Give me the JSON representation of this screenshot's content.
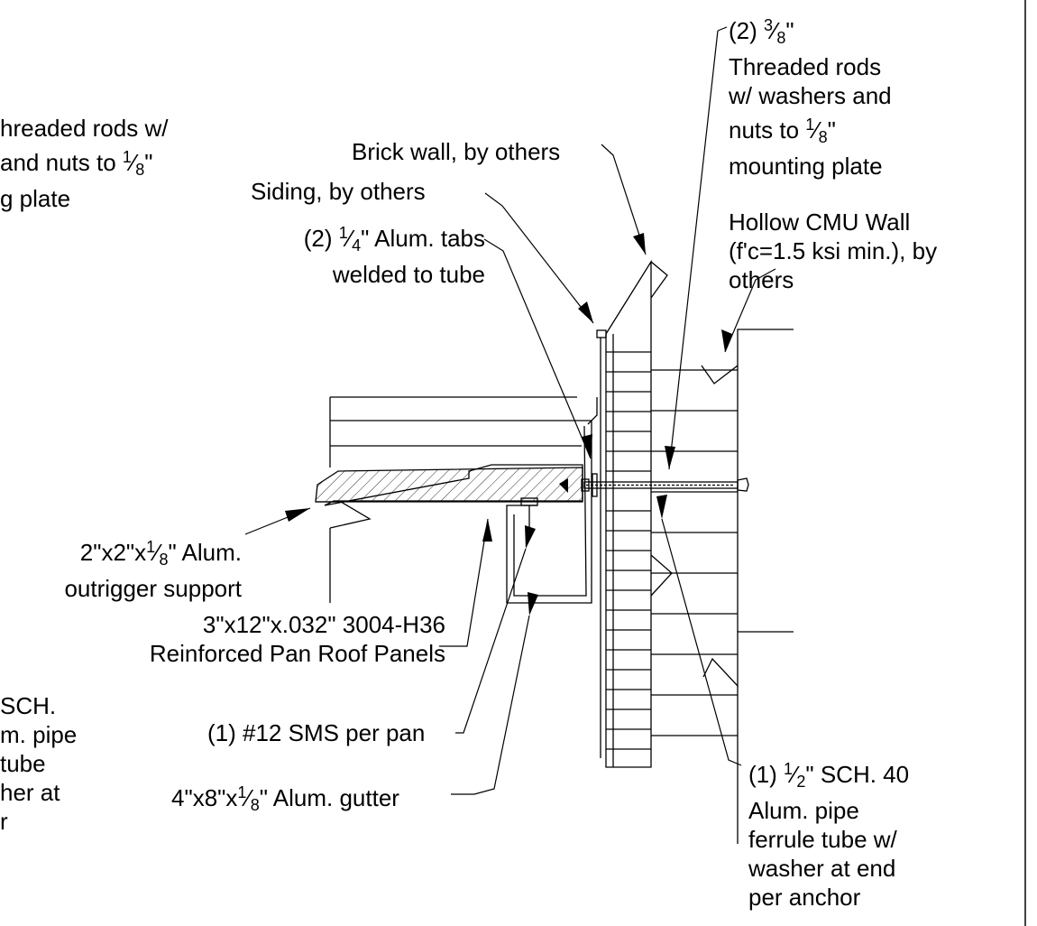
{
  "labels": {
    "threaded_rods_right": [
      "(2) ³⁄₈\"",
      "Threaded rods",
      "w/ washers and",
      "nuts to ¹⁄₈\"",
      "mounting plate"
    ],
    "threaded_rods_left": [
      "hreaded rods w/",
      " and nuts to ¹⁄₈\"",
      "g plate"
    ],
    "brick_wall": "Brick wall, by others",
    "siding": "Siding, by others",
    "alum_tabs": [
      "(2) ¹⁄₄\" Alum. tabs",
      "welded to tube"
    ],
    "cmu_wall": [
      "Hollow CMU Wall",
      "(f'c=1.5 ksi min.), by",
      "others"
    ],
    "outrigger": [
      "2\"x2\"x¹⁄₈\" Alum.",
      "outrigger support"
    ],
    "roof_panels": [
      "3\"x12\"x.032\" 3004-H36",
      "Reinforced Pan Roof Panels"
    ],
    "left_pipe": [
      "SCH.",
      "m. pipe",
      " tube",
      "her at",
      "r"
    ],
    "sms": "(1) #12 SMS per pan",
    "gutter": "4\"x8\"x¹⁄₈\" Alum. gutter",
    "ferrule": [
      "(1) ¹⁄₂\" SCH. 40",
      "Alum. pipe",
      "ferrule tube w/",
      "washer at end",
      "per anchor"
    ]
  }
}
